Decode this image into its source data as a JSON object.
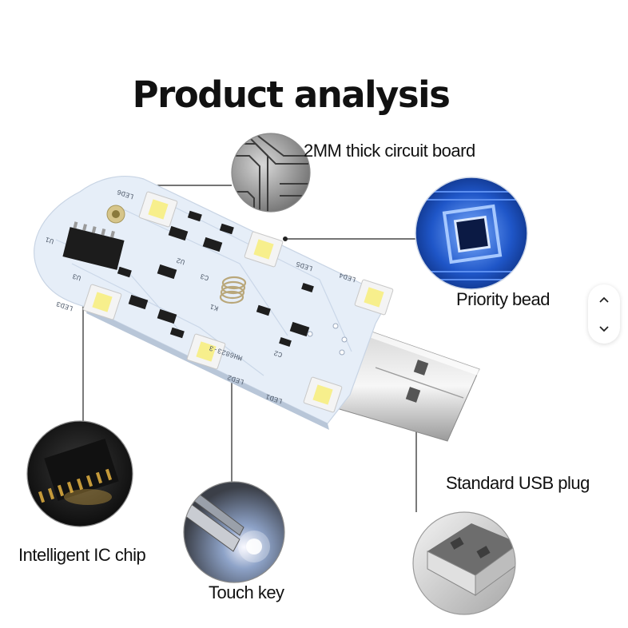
{
  "title": "Product analysis",
  "labels": {
    "circuit_board": "2MM thick circuit board",
    "priority_bead": "Priority bead",
    "usb_plug": "Standard USB plug",
    "ic_chip": "Intelligent IC chip",
    "touch_key": "Touch key"
  },
  "pcb_silkscreen": {
    "model": "MH6823-3",
    "led1": "LED1",
    "led2": "LED2",
    "led3": "LED3",
    "led4": "LED4",
    "led5": "LED5",
    "led6": "LED6",
    "u1": "U1",
    "u2": "U2",
    "u3": "U3",
    "k1": "K1",
    "c2": "C2",
    "c3": "C3"
  },
  "colors": {
    "pcb": "#e6eef8",
    "led_yellow": "#f7ef8c",
    "accent_blue": "#1f56c8",
    "title": "#111111"
  },
  "icons": {
    "scroll_up": "chevron-up-icon",
    "scroll_down": "chevron-down-icon"
  }
}
